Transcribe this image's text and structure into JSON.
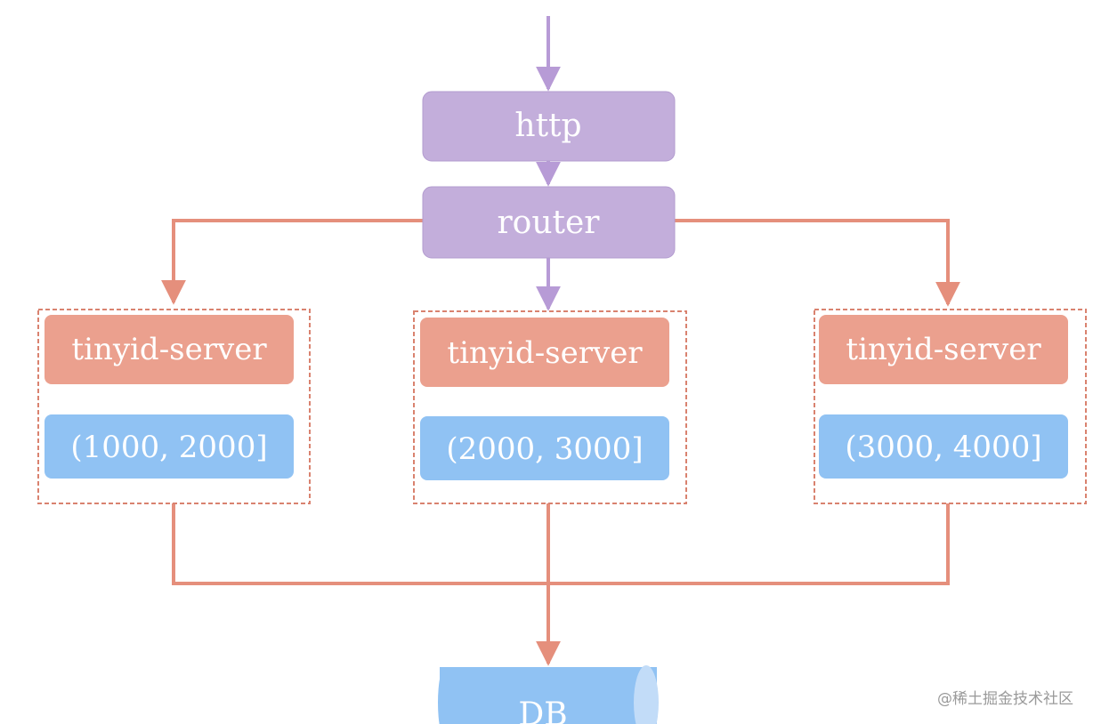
{
  "nodes": {
    "http": "http",
    "router": "router",
    "server_label": "tinyid-server",
    "servers": [
      {
        "label": "tinyid-server",
        "range": "(1000, 2000]"
      },
      {
        "label": "tinyid-server",
        "range": "(2000, 3000]"
      },
      {
        "label": "tinyid-server",
        "range": "(3000, 4000]"
      }
    ],
    "db": "DB"
  },
  "watermark": "@稀土掘金技术社区",
  "colors": {
    "purple": "#c3aedb",
    "salmon": "#eba08e",
    "blue": "#90c2f3",
    "blue_light": "#c2dcf8",
    "line_salmon": "#e58f7c",
    "line_purple": "#b79bd6"
  }
}
